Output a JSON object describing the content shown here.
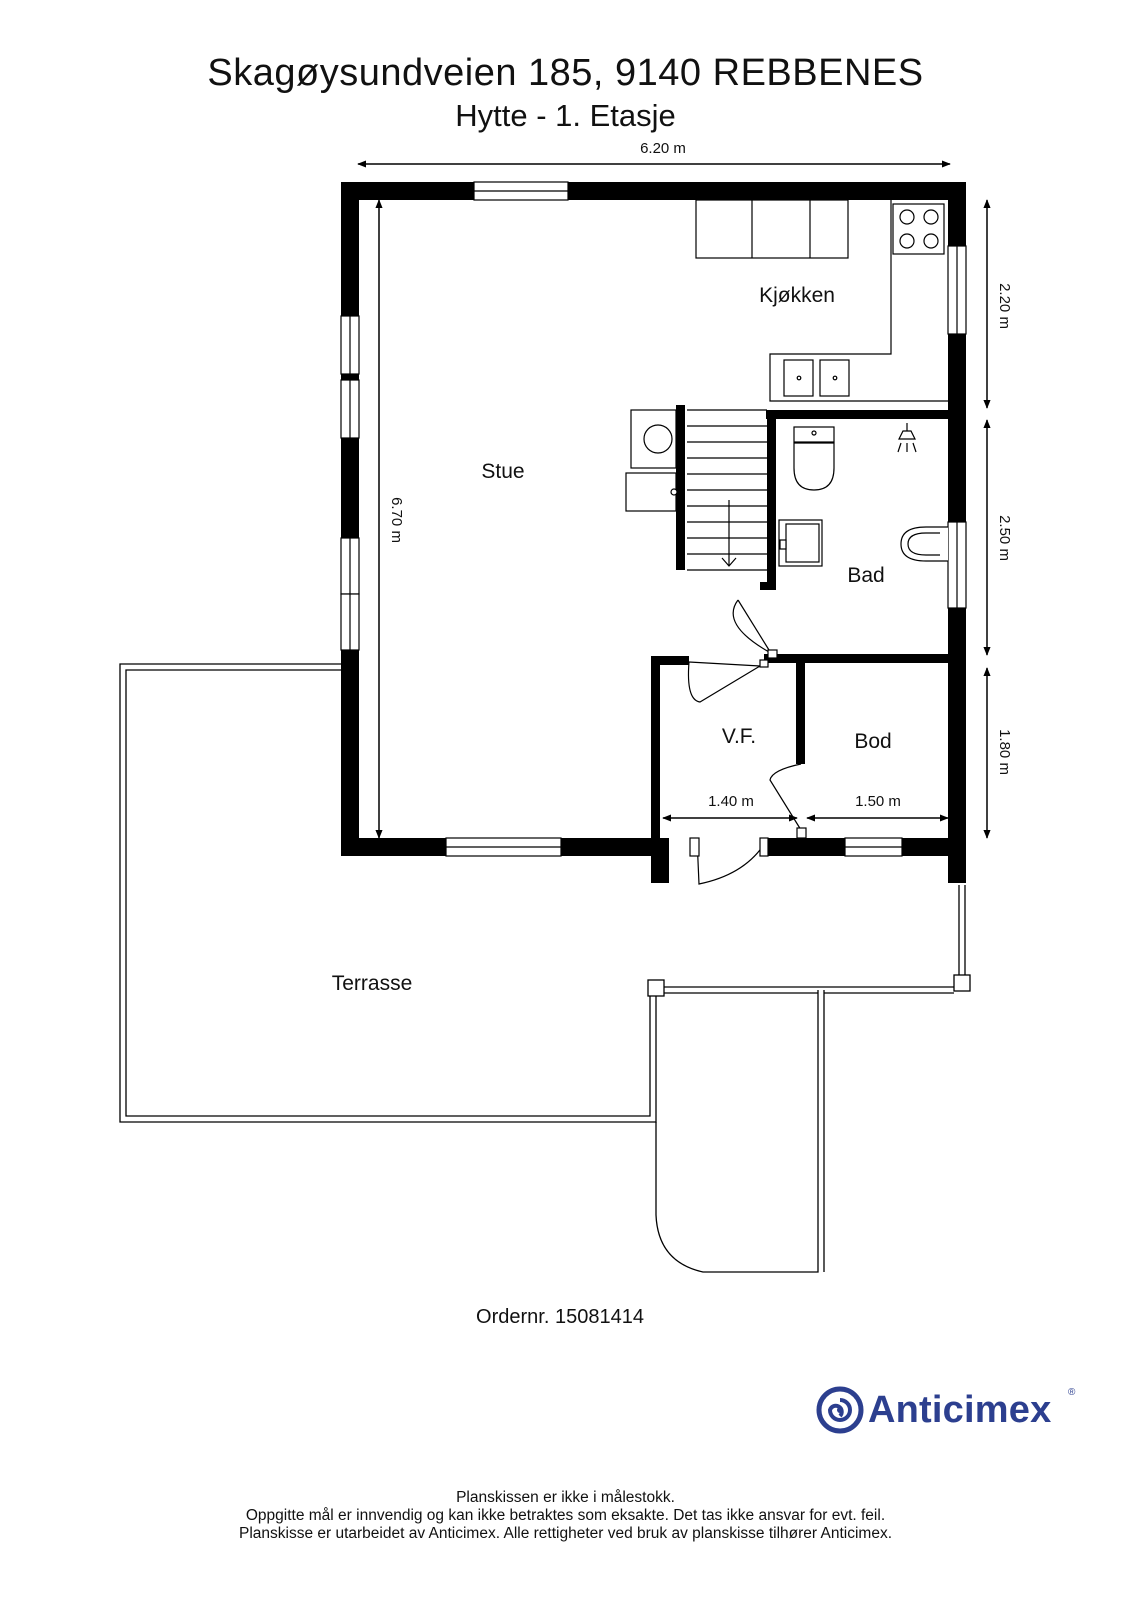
{
  "header": {
    "title": "Skagøysundveien 185, 9140 REBBENES",
    "subtitle": "Hytte - 1. Etasje"
  },
  "rooms": {
    "kitchen": "Kjøkken",
    "living": "Stue",
    "bath": "Bad",
    "hall": "V.F.",
    "storage": "Bod",
    "terrace": "Terrasse"
  },
  "dimensions": {
    "total_width": "6.20 m",
    "total_depth": "6.70 m",
    "kitchen_depth": "2.20 m",
    "bath_depth": "2.50 m",
    "storage_depth": "1.80 m",
    "hall_width": "1.40 m",
    "storage_width": "1.50 m"
  },
  "order": "Ordernr. 15081414",
  "brand": {
    "name": "Anticimex",
    "registered": "®",
    "color": "#2c3f8f"
  },
  "footer": {
    "line1": "Planskissen er ikke i målestokk.",
    "line2": "Oppgitte mål er innvendig og kan ikke betraktes som eksakte. Det tas ikke ansvar for evt. feil.",
    "line3": "Planskisse er utarbeidet av Anticimex. Alle rettigheter ved bruk av planskisse tilhører Anticimex."
  },
  "colors": {
    "wall": "#000000",
    "background": "#ffffff"
  }
}
